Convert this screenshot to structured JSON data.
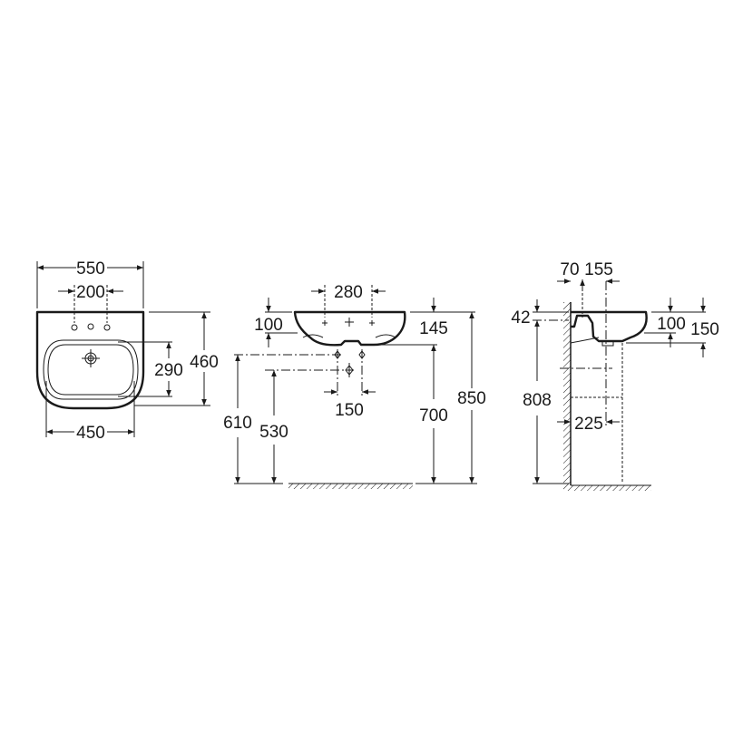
{
  "front_view": {
    "overall_width": "550",
    "tap_hole_spacing": "200",
    "bowl_depth": "290",
    "overall_depth": "460",
    "bowl_width": "450"
  },
  "elevation_view": {
    "tap_spacing": "280",
    "rim_height": "100",
    "basin_height": "145",
    "rim_floor_height": "850",
    "underside_floor_height": "700",
    "supply_height": "610",
    "waste_height": "530",
    "supply_spacing": "150"
  },
  "side_view": {
    "wall_to_tap": "70",
    "wall_to_waste": "155",
    "fixing_offset": "42",
    "fixing_height": "808",
    "rim_depth": "100",
    "total_depth": "150",
    "pedestal_offset": "225"
  }
}
